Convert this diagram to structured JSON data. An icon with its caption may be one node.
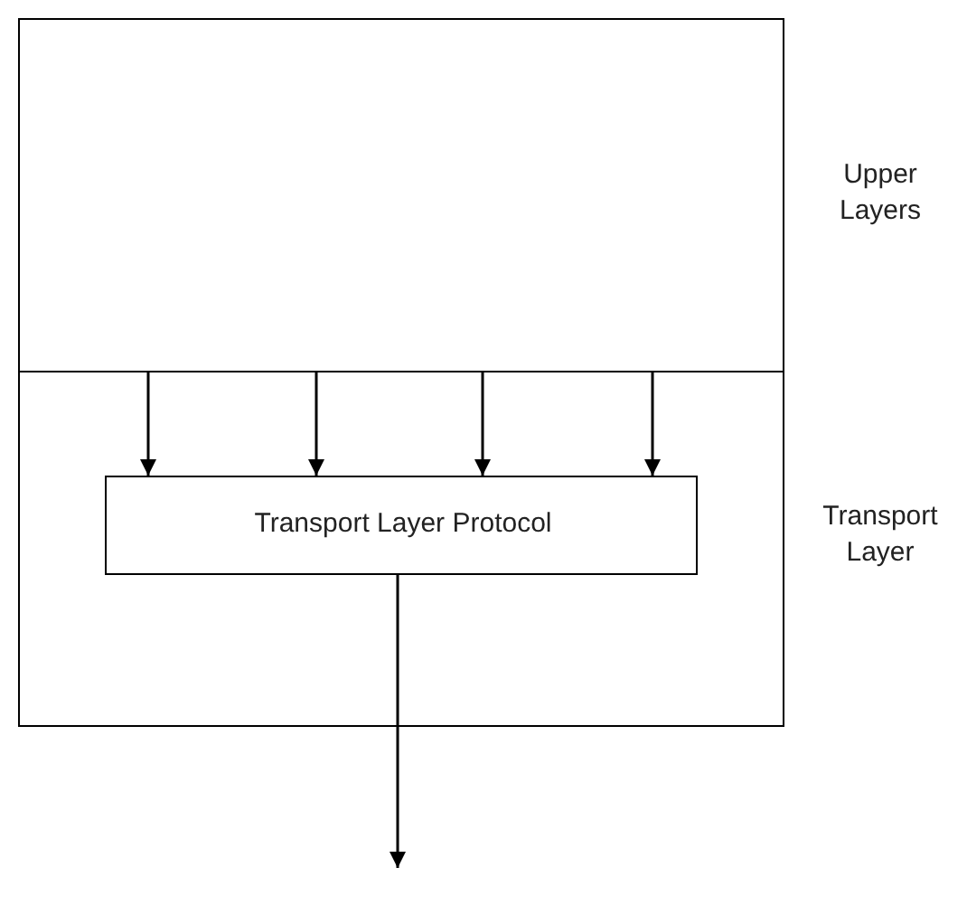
{
  "diagram": {
    "nodes": [
      {
        "text": [
          "Upper Layers"
        ]
      },
      {
        "text": [
          "Transport Layer"
        ]
      },
      {
        "text": [
          "Transport Layer Protocol"
        ],
        "in": 1
      }
    ],
    "edges": [
      {
        "from": 0,
        "to": 2,
        "arrow": "to"
      },
      {
        "from": 0,
        "to": 2,
        "arrow": "to"
      },
      {
        "from": 0,
        "to": 2,
        "arrow": "to"
      },
      {
        "from": 0,
        "to": 2,
        "arrow": "to"
      },
      {
        "from": 2,
        "to": null,
        "arrow": "to"
      }
    ]
  }
}
